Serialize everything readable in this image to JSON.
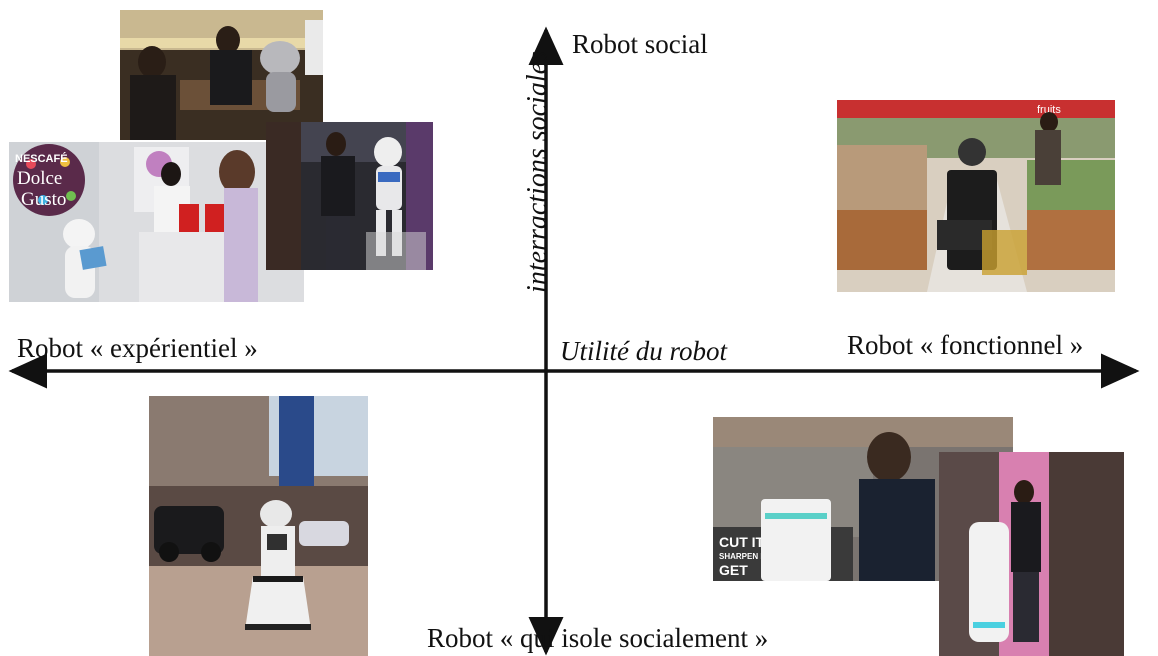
{
  "axes": {
    "top_label": "Robot social",
    "bottom_label": "Robot « qui isole socialement »",
    "left_label": "Robot « expérientiel »",
    "right_label": "Robot « fonctionnel »",
    "horizontal_axis_title": "Utilité du robot",
    "vertical_axis_title": "interractions   sociales"
  },
  "photos": {
    "robot_restaurant": {
      "icon": "robot-restaurant-photo"
    },
    "nescafe_pepper": {
      "icon": "pepper-robot-photo",
      "brand_text": [
        "NESCAFÉ",
        "Dolce",
        "Gusto"
      ]
    },
    "nao_robot": {
      "icon": "nao-robot-photo"
    },
    "supermarket_robot": {
      "icon": "shopping-robot-photo",
      "sign_text": "fruits"
    },
    "mall_robot": {
      "icon": "mall-robot-photo"
    },
    "store_robot": {
      "icon": "store-robot-photo",
      "sign_text": [
        "CUT IT",
        "SHARPEN IT",
        "GET"
      ]
    },
    "hotel_robot": {
      "icon": "hotel-delivery-robot-photo"
    }
  },
  "colors": {
    "axis": "#111111",
    "text": "#111111"
  }
}
